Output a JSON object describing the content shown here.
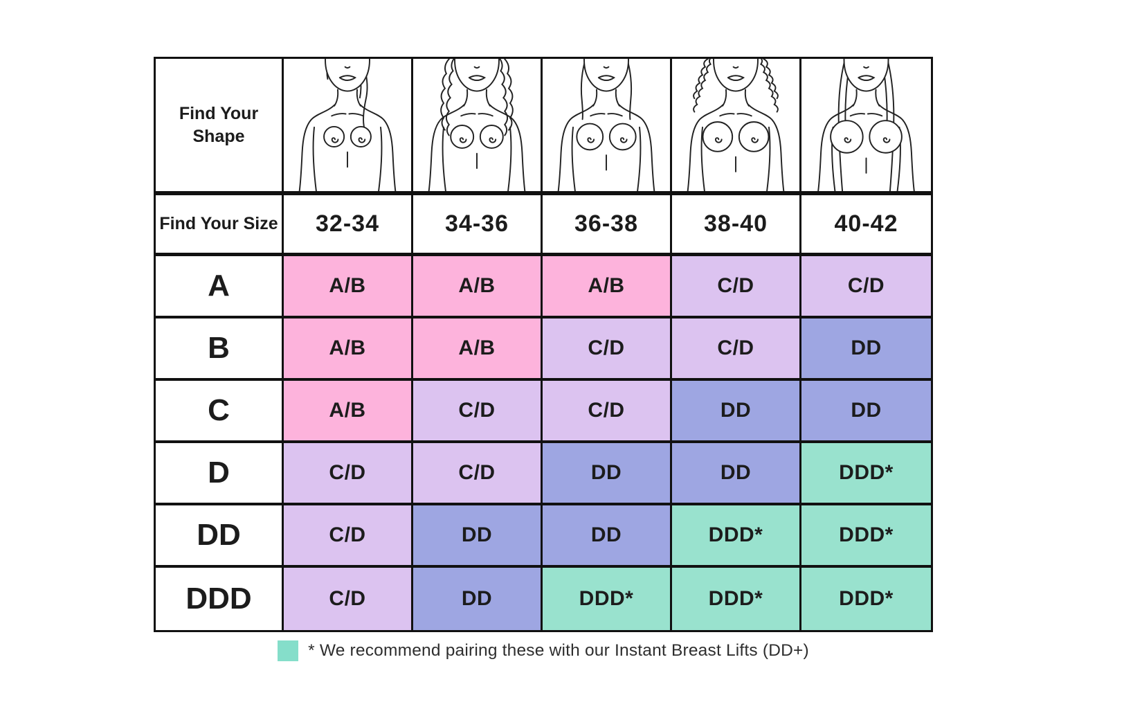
{
  "table": {
    "shape_header": "Find Your Shape",
    "size_header": "Find Your Size",
    "sizes": [
      "32-34",
      "34-36",
      "36-38",
      "38-40",
      "40-42"
    ],
    "rows": [
      {
        "label": "A",
        "cells": [
          {
            "text": "A/B",
            "color": "pink"
          },
          {
            "text": "A/B",
            "color": "pink"
          },
          {
            "text": "A/B",
            "color": "pink"
          },
          {
            "text": "C/D",
            "color": "lavender"
          },
          {
            "text": "C/D",
            "color": "lavender"
          }
        ]
      },
      {
        "label": "B",
        "cells": [
          {
            "text": "A/B",
            "color": "pink"
          },
          {
            "text": "A/B",
            "color": "pink"
          },
          {
            "text": "C/D",
            "color": "lavender"
          },
          {
            "text": "C/D",
            "color": "lavender"
          },
          {
            "text": "DD",
            "color": "periwinkle"
          }
        ]
      },
      {
        "label": "C",
        "cells": [
          {
            "text": "A/B",
            "color": "pink"
          },
          {
            "text": "C/D",
            "color": "lavender"
          },
          {
            "text": "C/D",
            "color": "lavender"
          },
          {
            "text": "DD",
            "color": "periwinkle"
          },
          {
            "text": "DD",
            "color": "periwinkle"
          }
        ]
      },
      {
        "label": "D",
        "cells": [
          {
            "text": "C/D",
            "color": "lavender"
          },
          {
            "text": "C/D",
            "color": "lavender"
          },
          {
            "text": "DD",
            "color": "periwinkle"
          },
          {
            "text": "DD",
            "color": "periwinkle"
          },
          {
            "text": "DDD*",
            "color": "teal"
          }
        ]
      },
      {
        "label": "DD",
        "cells": [
          {
            "text": "C/D",
            "color": "lavender"
          },
          {
            "text": "DD",
            "color": "periwinkle"
          },
          {
            "text": "DD",
            "color": "periwinkle"
          },
          {
            "text": "DDD*",
            "color": "teal"
          },
          {
            "text": "DDD*",
            "color": "teal"
          }
        ]
      },
      {
        "label": "DDD",
        "cells": [
          {
            "text": "C/D",
            "color": "lavender"
          },
          {
            "text": "DD",
            "color": "periwinkle"
          },
          {
            "text": "DDD*",
            "color": "teal"
          },
          {
            "text": "DDD*",
            "color": "teal"
          },
          {
            "text": "DDD*",
            "color": "teal"
          }
        ]
      }
    ]
  },
  "figures": [
    {
      "name": "body-shape-figure-1",
      "hair": "side-swept",
      "bust": 15
    },
    {
      "name": "body-shape-figure-2",
      "hair": "wavy",
      "bust": 17
    },
    {
      "name": "body-shape-figure-3",
      "hair": "straight",
      "bust": 19.5
    },
    {
      "name": "body-shape-figure-4",
      "hair": "curly",
      "bust": 22
    },
    {
      "name": "body-shape-figure-5",
      "hair": "long-straight",
      "bust": 24
    }
  ],
  "colors": {
    "pink": "#FDB3DC",
    "lavender": "#DCC3F0",
    "periwinkle": "#9EA6E2",
    "teal": "#99E2CE",
    "border": "#111111"
  },
  "footer": {
    "note": "* We recommend pairing these with our Instant Breast Lifts (DD+)",
    "swatch_color": "#85DECA"
  }
}
